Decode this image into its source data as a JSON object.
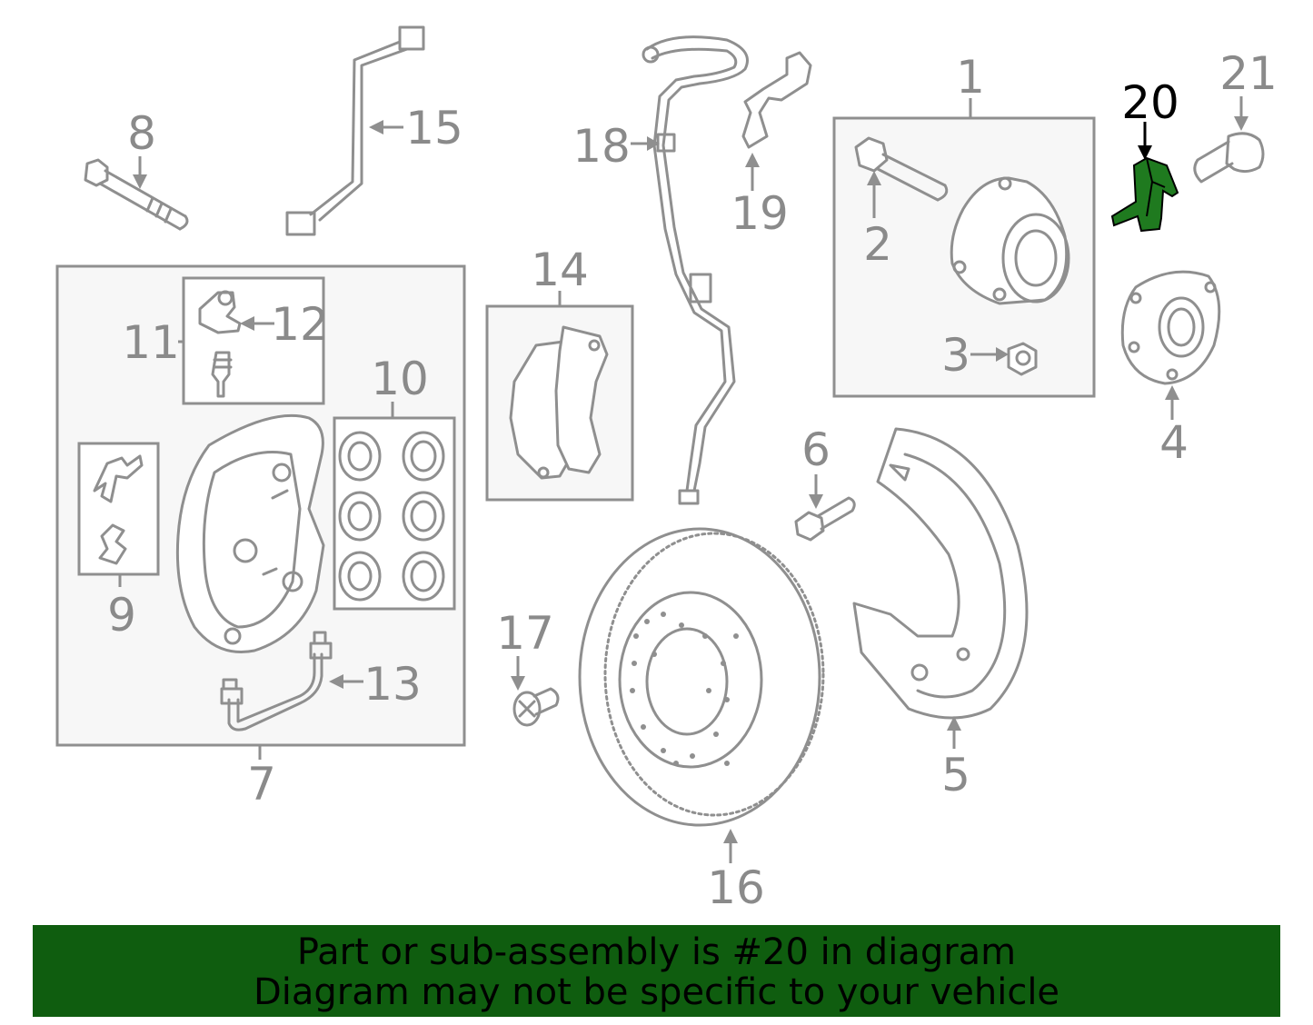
{
  "highlight_color": "#1f7a1f",
  "banner_color": "#0f5d0f",
  "labels": {
    "p1": "1",
    "p2": "2",
    "p3": "3",
    "p4": "4",
    "p5": "5",
    "p6": "6",
    "p7": "7",
    "p8": "8",
    "p9": "9",
    "p10": "10",
    "p11": "11",
    "p12": "12",
    "p13": "13",
    "p14": "14",
    "p15": "15",
    "p16": "16",
    "p17": "17",
    "p18": "18",
    "p19": "19",
    "p20": "20",
    "p21": "21"
  },
  "banner": {
    "line1": "Part or sub-assembly is #20 in diagram",
    "line2": "Diagram may not be specific to your vehicle"
  }
}
